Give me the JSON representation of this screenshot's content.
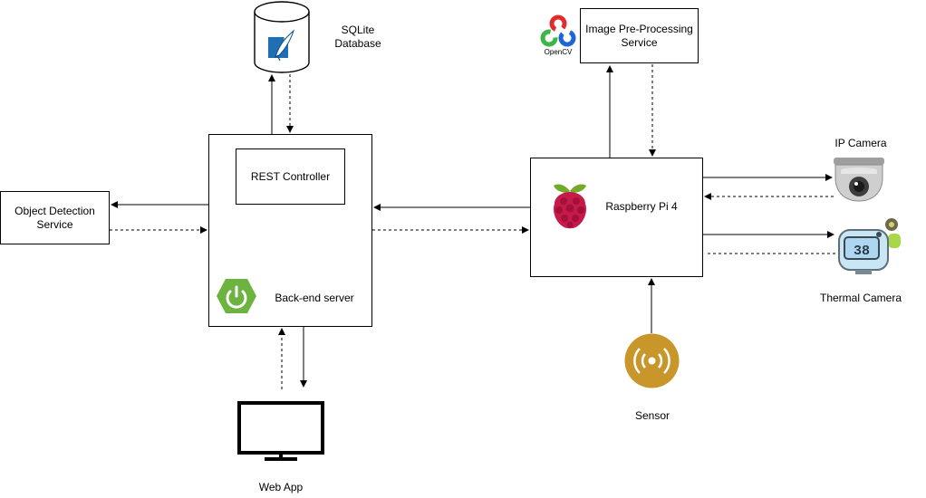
{
  "nodes": {
    "database": "SQLite\nDatabase",
    "backend": "Back-end server",
    "rest": "REST Controller",
    "object_detection": "Object Detection\nService",
    "web_app": "Web App",
    "preprocessing": "Image Pre-Processing\nService",
    "opencv": "OpenCV",
    "raspberry": "Raspberry Pi 4",
    "ip_camera": "IP Camera",
    "thermal_camera": "Thermal Camera",
    "sensor": "Sensor"
  },
  "icons": {
    "database": "database-icon",
    "spring": "spring-boot-icon",
    "monitor": "monitor-icon",
    "opencv": "opencv-icon",
    "raspberry": "raspberry-pi-icon",
    "ip_camera": "ip-camera-icon",
    "thermal_camera": "thermal-camera-icon",
    "sensor": "sensor-icon"
  },
  "thermal_display": "38",
  "colors": {
    "line": "#000000",
    "spring_green": "#6db33f",
    "raspberry_red": "#c51a4a",
    "raspberry_leaf": "#75a928",
    "sensor_gold": "#c8962a",
    "thermal_blue": "#aed6f1",
    "database_blue": "#1f6fb2"
  }
}
